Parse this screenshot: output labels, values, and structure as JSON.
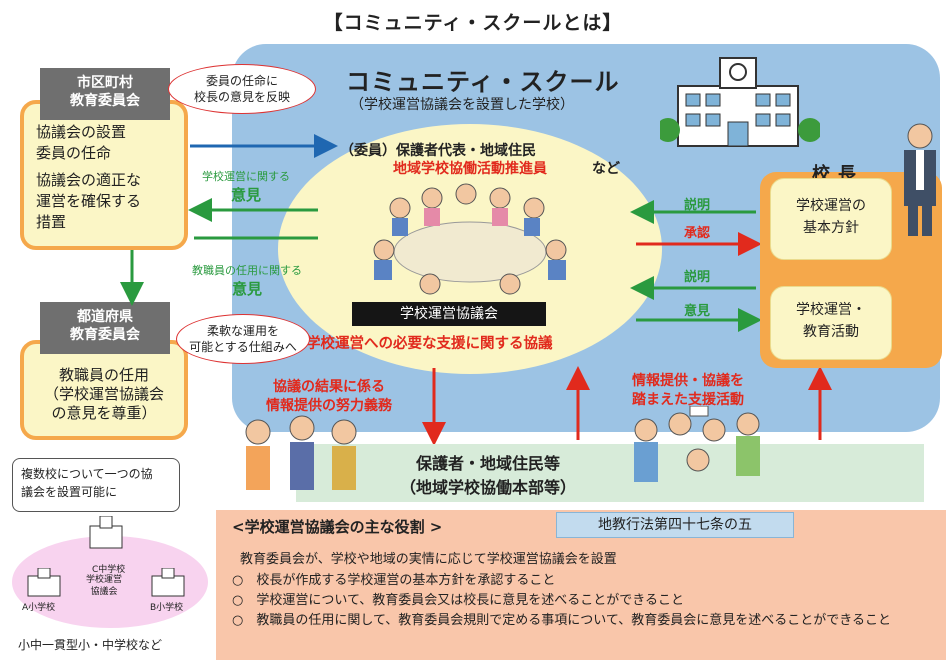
{
  "page_title": "【コミュニティ・スクールとは】",
  "cs": {
    "title": "コミュニティ・スクール",
    "subtitle": "（学校運営協議会を設置した学校）"
  },
  "council": {
    "members_line1": "（委員）保護者代表・地域住民",
    "members_line2": "地域学校協働活動推進員",
    "members_etc": "など",
    "label": "学校運営協議会",
    "support": "学校運営への必要な支援に関する協議"
  },
  "board": {
    "head": [
      "市区町村",
      "教育委員会"
    ],
    "lines": [
      "協議会の設置",
      "委員の任命",
      "協議会の適正な",
      "運営を確保する",
      "措置"
    ]
  },
  "pref_board": {
    "head": [
      "都道府県",
      "教育委員会"
    ],
    "lines": [
      "教職員の任用",
      "（学校運営協議会",
      "の意見を尊重）"
    ]
  },
  "bubble_top": [
    "委員の任命に",
    "校長の意見を反映"
  ],
  "bubble_bottom": [
    "柔軟な運用を",
    "可能とする仕組みへ"
  ],
  "opinion_school": {
    "small": "学校運営に関する",
    "big": "意見"
  },
  "opinion_staff": {
    "small": "教職員の任用に関する",
    "big": "意見"
  },
  "principal": {
    "title": "校長",
    "policy": [
      "学校運営の",
      "基本方針"
    ],
    "activity": [
      "学校運営・",
      "教育活動"
    ]
  },
  "arrows": {
    "explain1": "説明",
    "approve": "承認",
    "explain2": "説明",
    "opinion": "意見"
  },
  "info_duty": [
    "協議の結果に係る",
    "情報提供の努力義務"
  ],
  "info_support": [
    "情報提供・協議を",
    "踏まえた支援活動"
  ],
  "guardians": [
    "保護者・地域住民等",
    "（地域学校協働本部等）"
  ],
  "roles": {
    "title": "<学校運営協議会の主な役割 >",
    "law": "地教行法第四十七条の五",
    "intro": "教育委員会が、学校や地域の実情に応じて学校運営協議会を設置",
    "items": [
      "○　校長が作成する学校運営の基本方針を承認すること",
      "○　学校運営について、教育委員会又は校長に意見を述べることができること",
      "○　教職員の任用に関して、教育委員会規則で定める事項について、教育委員会に意見を述べることができること"
    ]
  },
  "multi": {
    "bubble": [
      "複数校について一つの協",
      "議会を設置可能に"
    ],
    "c_school": "C中学校",
    "center": [
      "学校運営",
      "協議会"
    ],
    "a_school": "A小学校",
    "b_school": "B小学校",
    "footer": "小中一貫型小・中学校など"
  },
  "colors": {
    "accent_blue": "#9cc3e4",
    "orange": "#f5a84b",
    "cream": "#fbf6c6",
    "red": "#e12a1d",
    "green": "#2a9a3f",
    "blue_arrow": "#1f67b1"
  }
}
